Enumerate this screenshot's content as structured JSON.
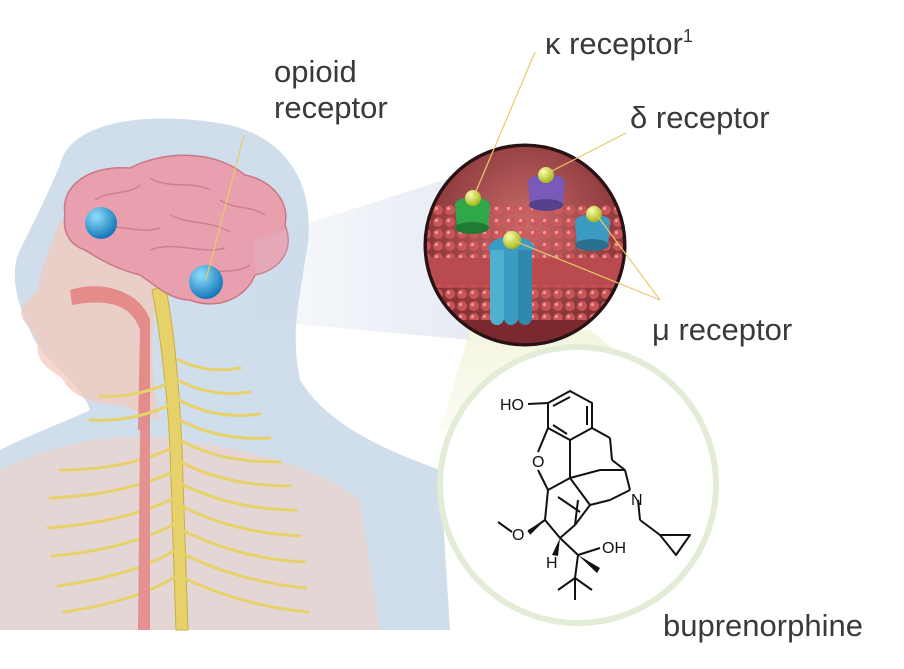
{
  "labels": {
    "opioid_receptor_line1": "opioid",
    "opioid_receptor_line2": "receptor",
    "kappa_receptor": "κ receptor",
    "kappa_superscript": "1",
    "delta_receptor": "δ receptor",
    "mu_receptor": "μ receptor",
    "drug_name": "buprenorphine"
  },
  "molecule_atoms": {
    "hydroxyl_top": "HO",
    "ether_oxygen": "O",
    "methoxy_oxygen": "O",
    "nitrogen": "N",
    "hydroxyl_side": "OH",
    "hydrogen": "H"
  },
  "colors": {
    "receptor_kappa": "#2fa84a",
    "receptor_delta": "#7a5ab8",
    "receptor_mu": "#3c9bc2",
    "ligand": "#d8e33a",
    "brain": "#e9a0ae",
    "spinal_cord": "#e6d16a",
    "skin": "#f2c9bc",
    "leader_line": "#e8c96a"
  }
}
